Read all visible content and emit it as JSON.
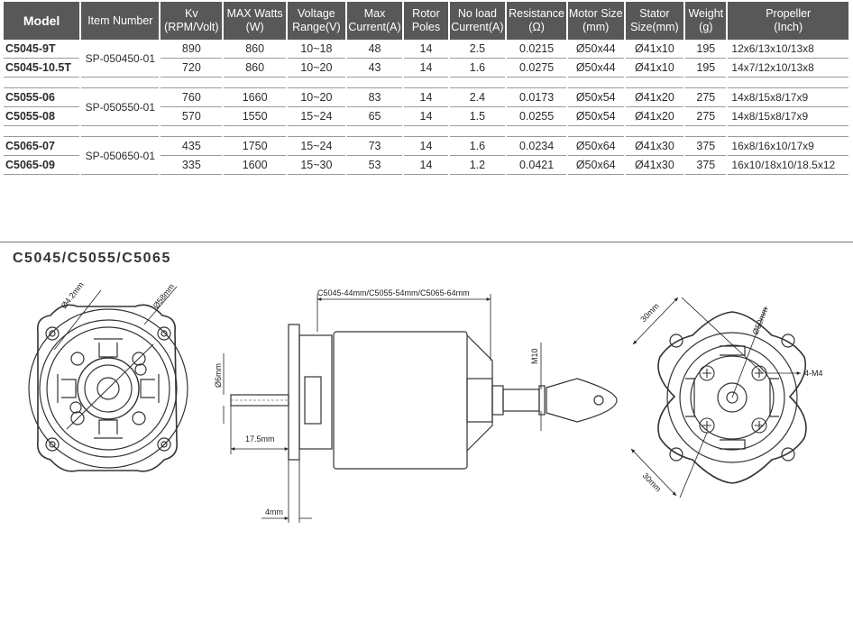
{
  "table": {
    "headers": [
      {
        "key": "model",
        "label": "Model"
      },
      {
        "key": "item",
        "label": "Item Number"
      },
      {
        "key": "kv",
        "label": "Kv\n(RPM/Volt)"
      },
      {
        "key": "watts",
        "label": "MAX Watts\n(W)"
      },
      {
        "key": "voltage",
        "label": "Voltage\nRange(V)"
      },
      {
        "key": "maxcur",
        "label": "Max\nCurrent(A)"
      },
      {
        "key": "poles",
        "label": "Rotor\nPoles"
      },
      {
        "key": "noload",
        "label": "No load\nCurrent(A)"
      },
      {
        "key": "res",
        "label": "Resistance\n(Ω)"
      },
      {
        "key": "motor",
        "label": "Motor Size\n(mm)"
      },
      {
        "key": "stator",
        "label": "Stator\nSize(mm)"
      },
      {
        "key": "weight",
        "label": "Weight\n(g)"
      },
      {
        "key": "prop",
        "label": "Propeller\n(Inch)"
      }
    ],
    "groups": [
      {
        "item_number": "SP-050450-01",
        "rows": [
          {
            "model": "C5045-9T",
            "kv": "890",
            "watts": "860",
            "voltage": "10~18",
            "maxcur": "48",
            "poles": "14",
            "noload": "2.5",
            "res": "0.0215",
            "motor": "Ø50x44",
            "stator": "Ø41x10",
            "weight": "195",
            "prop": "12x6/13x10/13x8"
          },
          {
            "model": "C5045-10.5T",
            "kv": "720",
            "watts": "860",
            "voltage": "10~20",
            "maxcur": "43",
            "poles": "14",
            "noload": "1.6",
            "res": "0.0275",
            "motor": "Ø50x44",
            "stator": "Ø41x10",
            "weight": "195",
            "prop": "14x7/12x10/13x8"
          }
        ]
      },
      {
        "item_number": "SP-050550-01",
        "rows": [
          {
            "model": "C5055-06",
            "kv": "760",
            "watts": "1660",
            "voltage": "10~20",
            "maxcur": "83",
            "poles": "14",
            "noload": "2.4",
            "res": "0.0173",
            "motor": "Ø50x54",
            "stator": "Ø41x20",
            "weight": "275",
            "prop": "14x8/15x8/17x9"
          },
          {
            "model": "C5055-08",
            "kv": "570",
            "watts": "1550",
            "voltage": "15~24",
            "maxcur": "65",
            "poles": "14",
            "noload": "1.5",
            "res": "0.0255",
            "motor": "Ø50x54",
            "stator": "Ø41x20",
            "weight": "275",
            "prop": "14x8/15x8/17x9"
          }
        ]
      },
      {
        "item_number": "SP-050650-01",
        "rows": [
          {
            "model": "C5065-07",
            "kv": "435",
            "watts": "1750",
            "voltage": "15~24",
            "maxcur": "73",
            "poles": "14",
            "noload": "1.6",
            "res": "0.0234",
            "motor": "Ø50x64",
            "stator": "Ø41x30",
            "weight": "375",
            "prop": "16x8/16x10/17x9"
          },
          {
            "model": "C5065-09",
            "kv": "335",
            "watts": "1600",
            "voltage": "15~30",
            "maxcur": "53",
            "poles": "14",
            "noload": "1.2",
            "res": "0.0421",
            "motor": "Ø50x64",
            "stator": "Ø41x30",
            "weight": "375",
            "prop": "16x10/18x10/18.5x12"
          }
        ]
      }
    ]
  },
  "drawing": {
    "series_title": "C5045/C5055/C5065",
    "front": {
      "dim_small": "Ø4.2mm",
      "dim_large": "Ø58mm"
    },
    "side": {
      "length": "C5045-44mm/C5055-54mm/C5065-64mm",
      "shaft_dia": "Ø6mm",
      "shaft_len": "17.5mm",
      "flange": "4mm",
      "thread": "M10"
    },
    "rear": {
      "dim_a": "30mm",
      "dim_b": "30mm",
      "circle": "Ø50mm",
      "screws": "4-M4"
    }
  }
}
